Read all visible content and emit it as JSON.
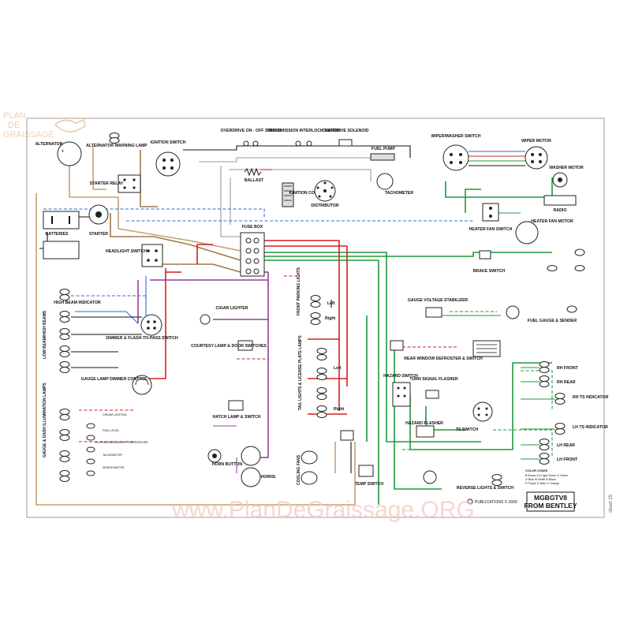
{
  "logo": {
    "line1": "PLAN",
    "line2": "DE",
    "line3": "GRAISSAGE"
  },
  "watermark": "www.PlanDeGraissage.ORG",
  "colors": {
    "red": "#d42020",
    "green": "#1f9a3c",
    "purple": "#9a3c9a",
    "brown": "#a0784a",
    "blue": "#2a6fd0",
    "black": "#111111",
    "grey": "#9a9a9a",
    "tan": "#c8a070"
  },
  "labels": {
    "alternator": "ALTERNATOR",
    "alt_warning_lamp": "ALTERNATOR WARNING LAMP",
    "ignition_switch": "IGNITION SWITCH",
    "overdrive_switch": "OVERDRIVE ON - OFF SWITCH",
    "trans_interlock": "TRANSMISSION INTERLOCK SWITCH",
    "overdrive_solenoid": "OVERDRIVE SOLENOID",
    "fuel_pump": "FUEL PUMP",
    "wiper_washer_switch": "WIPER/WASHER SWITCH",
    "wiper_motor": "WIPER MOTOR",
    "washer_motor": "WASHER MOTOR",
    "radio": "RADIO",
    "heater_fan_switch": "HEATER FAN SWITCH",
    "heater_fan_motor": "HEATER FAN MOTOR",
    "starter_relay": "STARTER RELAY",
    "batteries": "BATTERIES",
    "starter": "STARTER",
    "ballast": "BALLAST",
    "ignition_coil": "IGNITION COIL",
    "distributor": "DISTRIBUTOR",
    "tachometer": "TACHOMETER",
    "fuse_box": "FUSE BOX",
    "headlight_switch": "HEADLIGHT SWITCH",
    "brake_switch": "BRAKE SWITCH",
    "high_beam_indicator": "HIGH BEAM INDICATOR",
    "low_beam_high_beams": "LOW BEAM/HIGH BEAMS",
    "dimmer_switch": "DIMMER & FLASH-TO-PASS SWITCH",
    "cigar_lighter": "CIGAR LIGHTER",
    "front_parking_lights": "FRONT PARKING LIGHTS",
    "left": "Left",
    "right": "Right",
    "gauge_voltage_stabilizer": "GAUGE VOLTAGE STABILIZER",
    "fuel_gauge_sender": "FUEL GAUGE & SENDER",
    "courtesy_lamp": "COURTESY LAMP & DOOR SWITCHES",
    "rear_window_defroster": "REAR WINDOW DEFROSTER & SWITCH",
    "gauge_lamp_dimmer": "GAUGE LAMP DIMMER CONTROL",
    "tail_lights": "TAIL LIGHTS & LICENSE PLATE LAMPS",
    "hazard_switch": "HAZARD SWITCH",
    "turn_signal_flasher": "TURN SIGNAL FLASHER",
    "rh_front": "RH FRONT",
    "rh_rear": "RH REAR",
    "rh_ts_indicator": "RH TS INDICATOR",
    "lh_ts_indicator": "LH TS INDICATOR",
    "lh_rear": "LH REAR",
    "lh_front": "LH FRONT",
    "gauge_dash_lamps": "GAUGE & DASH ILLUMINATION LAMPS",
    "hatch_lamp": "HATCH LAMP & SWITCH",
    "hazard_flasher": "HAZARD FLASHER",
    "ts_switch": "TS SWITCH",
    "horn_button": "HORN BUTTON",
    "horns": "HORNS",
    "cooling_fans": "COOLING FANS",
    "temp_switch": "TEMP SWITCH",
    "reverse_lights": "REVERSE LIGHTS & SWITCH",
    "cream_lighting": "CREAM LIGHTING",
    "fuel_level": "FUEL LEVEL",
    "oil_temp": "OIL PRESSURE/WATER TEMPERATURE",
    "tachometer_lamp": "TACHOMETER",
    "speedometer": "SPEEDOMETER"
  },
  "title": {
    "line1": "MGBGTV8",
    "line2": "FROM BENTLEY"
  },
  "publisher": "PUBLICATIONS © 2005",
  "sheet": "sheet 25"
}
